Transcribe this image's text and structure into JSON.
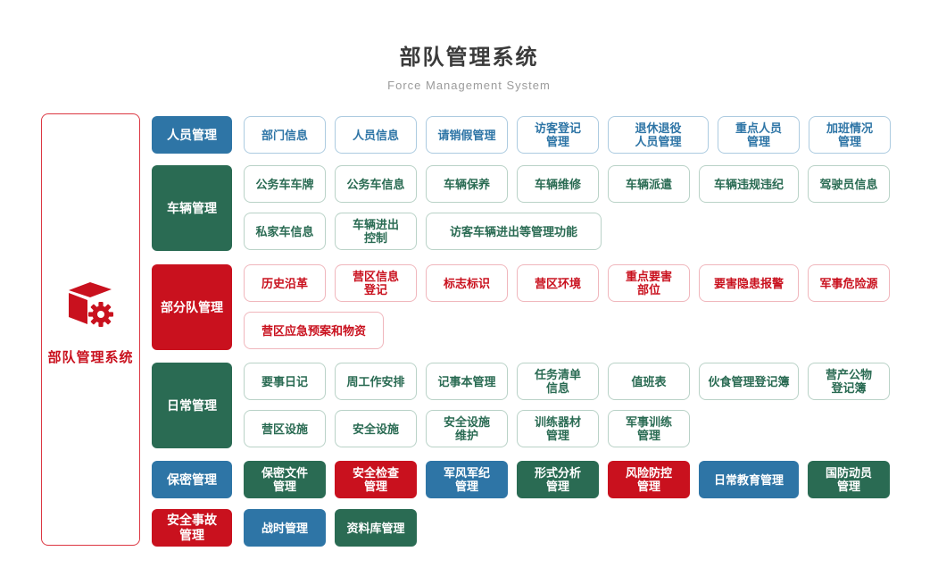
{
  "header": {
    "title": "部队管理系统",
    "subtitle": "Force Management System"
  },
  "side_panel": {
    "label": "部队管理系统",
    "icon": "cube-gear-icon"
  },
  "palette": {
    "blue": "#2e75a6",
    "green": "#2a6b53",
    "red": "#c9111e",
    "outline_blue": "#accbe0",
    "outline_green": "#b9d2c7",
    "outline_red": "#f0b6bc",
    "panel_border": "#dc3742",
    "title_text": "#3b3b3b",
    "subtitle_text": "#9b9b9b"
  },
  "rows": [
    {
      "category": "人员管理",
      "children": [
        "部门信息",
        "人员信息",
        "请销假管理",
        "访客登记\n管理",
        "退休退役\n人员管理",
        "重点人员\n管理",
        "加班情况\n管理"
      ]
    },
    {
      "category": "车辆管理",
      "children": [
        "公务车车牌",
        "公务车信息",
        "车辆保养",
        "车辆维修",
        "车辆派遣",
        "车辆违规违纪",
        "驾驶员信息",
        "私家车信息",
        "车辆进出\n控制",
        "访客车辆进出等管理功能"
      ]
    },
    {
      "category": "部分队管理",
      "children": [
        "历史沿革",
        "营区信息\n登记",
        "标志标识",
        "营区环境",
        "重点要害\n部位",
        "要害隐患报警",
        "军事危险源",
        "营区应急预案和物资"
      ]
    },
    {
      "category": "日常管理",
      "children": [
        "要事日记",
        "周工作安排",
        "记事本管理",
        "任务清单\n信息",
        "值班表",
        "伙食管理登记簿",
        "营产公物\n登记簿",
        "营区设施",
        "安全设施",
        "安全设施\n维护",
        "训练器材\n管理",
        "军事训练\n管理"
      ]
    },
    {
      "category": "保密管理",
      "children": [
        "保密文件\n管理",
        "安全检查\n管理",
        "军风军纪\n管理",
        "形式分析\n管理",
        "风险防控\n管理",
        "日常教育管理",
        "国防动员\n管理"
      ]
    },
    {
      "category": "安全事故\n管理",
      "children": [
        "战时管理",
        "资料库管理"
      ]
    }
  ]
}
